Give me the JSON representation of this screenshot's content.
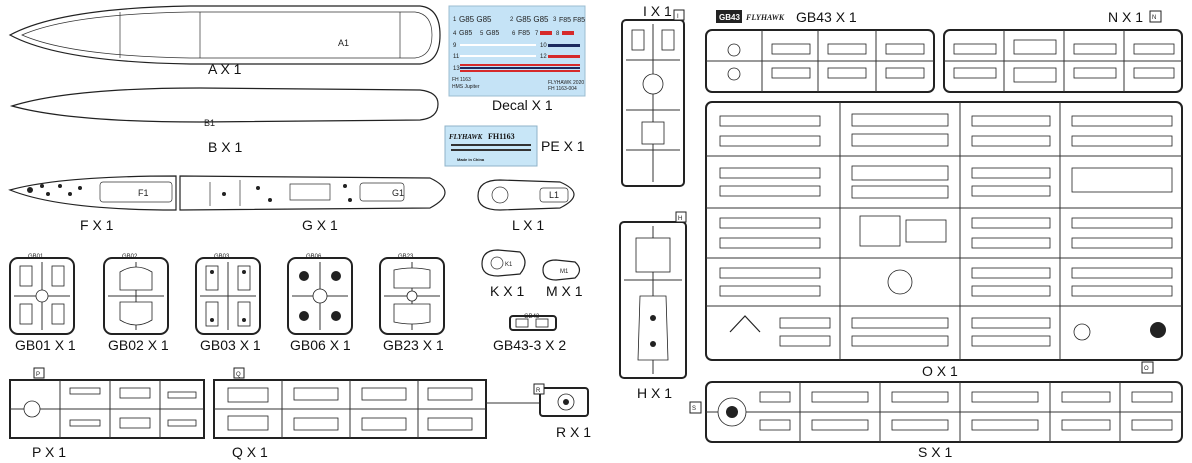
{
  "sheet": {
    "hull_upper": "A X 1",
    "hull_upper_code": "A1",
    "hull_lower": "B X 1",
    "hull_lower_code": "B1",
    "deck_fore": "F X 1",
    "deck_fore_code": "F1",
    "deck_main": "G X 1",
    "deck_main_code": "G1",
    "part_l": "L X 1",
    "part_l_code": "L1",
    "part_k": "K X 1",
    "part_k_code": "K1",
    "part_m": "M X 1",
    "part_m_code": "M1",
    "decal_label": "Decal X 1",
    "pe_label": "PE X 1",
    "gb01": "GB01 X 1",
    "gb02": "GB02 X 1",
    "gb03": "GB03 X 1",
    "gb06": "GB06 X 1",
    "gb23": "GB23 X 1",
    "gb01_tag": "GB01",
    "gb02_tag": "GB02",
    "gb03_tag": "GB03",
    "gb06_tag": "GB06",
    "gb23_tag": "GB23",
    "gb43_3": "GB43-3 X 2",
    "gb43_3_tag": "GB43",
    "sprue_i": "I X 1",
    "sprue_i_tag": "I",
    "sprue_h": "H X 1",
    "sprue_h_tag": "H",
    "sprue_p": "P X 1",
    "sprue_p_tag": "P",
    "sprue_q": "Q X 1",
    "sprue_q_tag": "Q",
    "sprue_r": "R X 1",
    "sprue_r_tag": "R",
    "sprue_gb43": "GB43 X 1",
    "sprue_gb43_tag": "GB43",
    "sprue_gb43_brand": "FLYHAWK",
    "sprue_n": "N X 1",
    "sprue_n_tag": "N",
    "sprue_o": "O X 1",
    "sprue_o_tag": "O",
    "sprue_s": "S X 1",
    "sprue_s_tag": "S"
  },
  "decal": {
    "rows": [
      {
        "n1": "1",
        "t1": "G85 G85",
        "n2": "2",
        "t2": "G85 G85",
        "n3": "3",
        "t3": "F85 F85"
      },
      {
        "n1": "4",
        "t1": "G85",
        "n2": "5",
        "t2": "G85",
        "n3": "6",
        "t3": "F85",
        "n4": "7",
        "n5": "8"
      }
    ],
    "stripe_numbers": [
      "9",
      "10",
      "11",
      "12",
      "13"
    ],
    "code": "FH 1163",
    "ship": "HMS Jupiter",
    "brand": "FLYHAWK 2020",
    "ref": "FH 1163-004"
  },
  "pe": {
    "brand": "FLYHAWK",
    "code": "FH1163",
    "origin": "Made in China"
  },
  "colors": {
    "decal_bg": "#c5e3f6",
    "pe_bg": "#c8e6f7",
    "stripe_red": "#d62a2a",
    "stripe_navy": "#1c2a5e",
    "ink": "#222222"
  }
}
